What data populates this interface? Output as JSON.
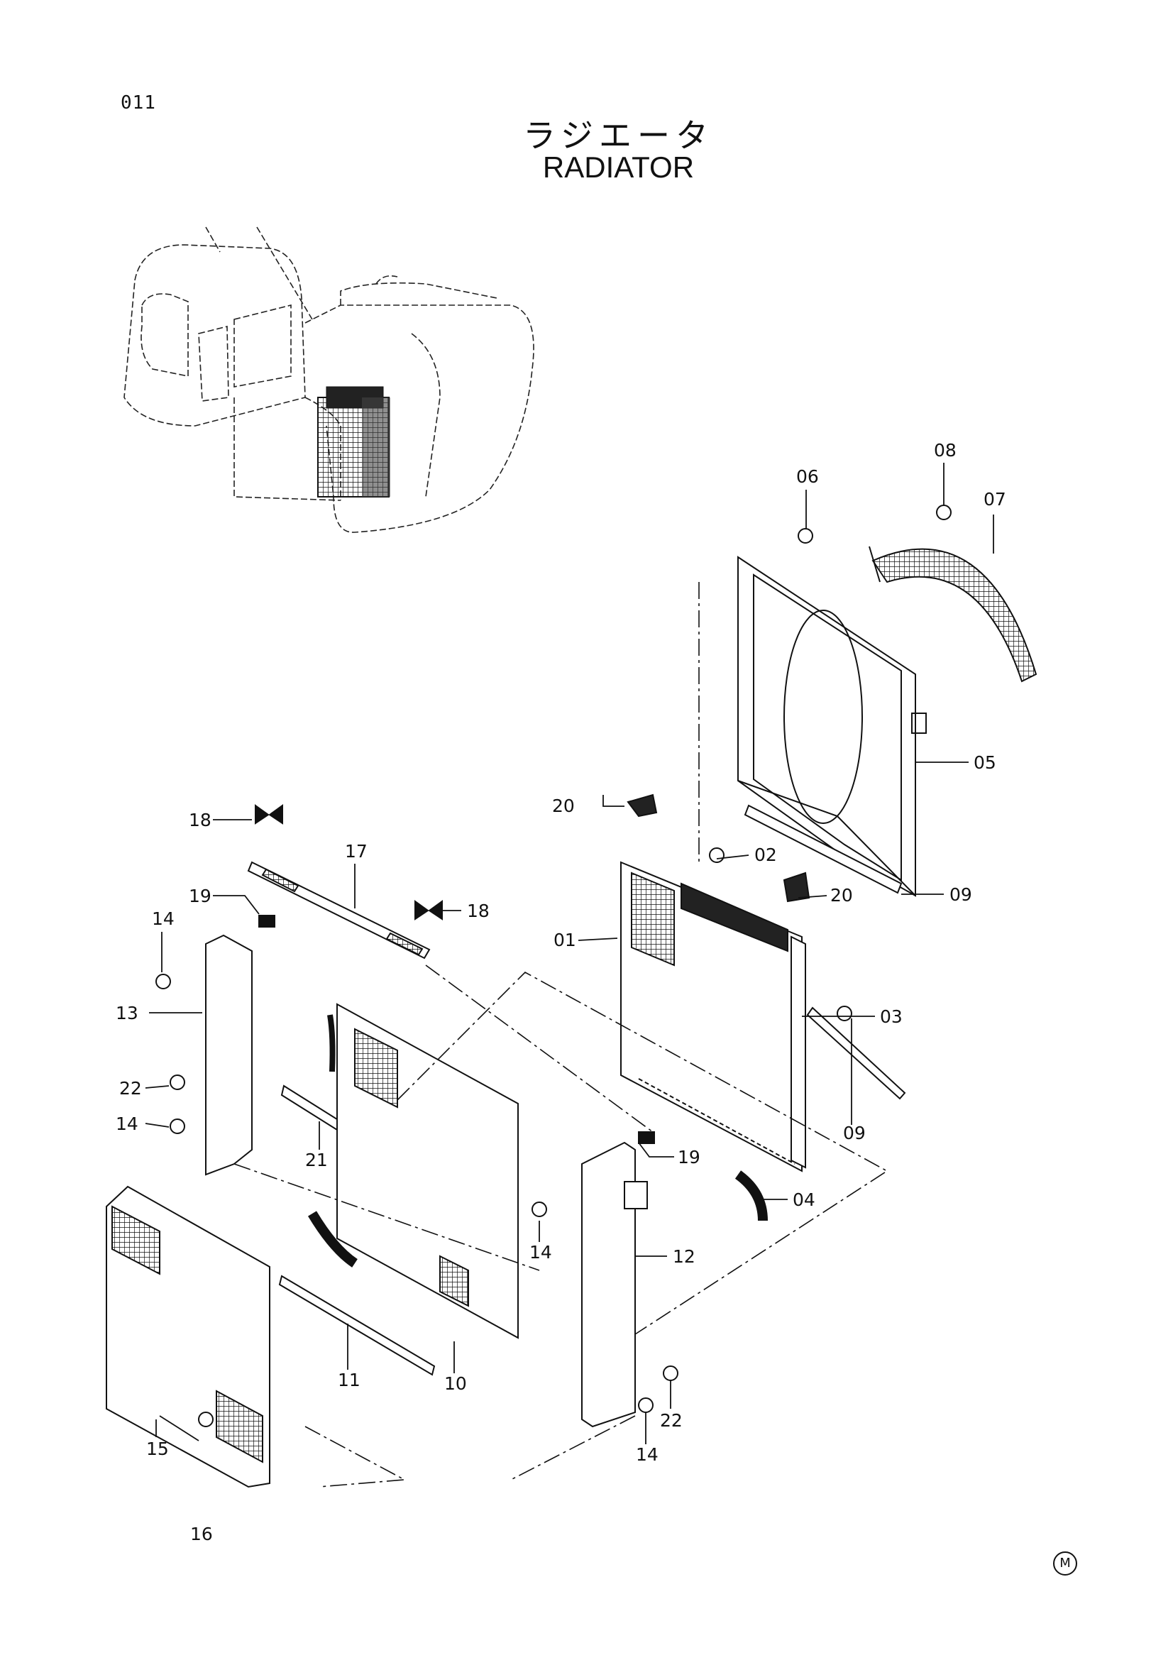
{
  "header": {
    "page_number": "011",
    "title_jp": "ラジエータ",
    "title_en": "RADIATOR"
  },
  "parts": {
    "p01": "01",
    "p02": "02",
    "p03": "03",
    "p04": "04",
    "p05": "05",
    "p06": "06",
    "p07": "07",
    "p08": "08",
    "p09a": "09",
    "p09b": "09",
    "p10": "10",
    "p11": "11",
    "p12": "12",
    "p13": "13",
    "p14a": "14",
    "p14b": "14",
    "p14c": "14",
    "p14d": "14",
    "p15": "15",
    "p16": "16",
    "p17": "17",
    "p18a": "18",
    "p18b": "18",
    "p19a": "19",
    "p19b": "19",
    "p20a": "20",
    "p20b": "20",
    "p21": "21",
    "p22a": "22",
    "p22b": "22"
  },
  "footer": {
    "mark": "M"
  }
}
